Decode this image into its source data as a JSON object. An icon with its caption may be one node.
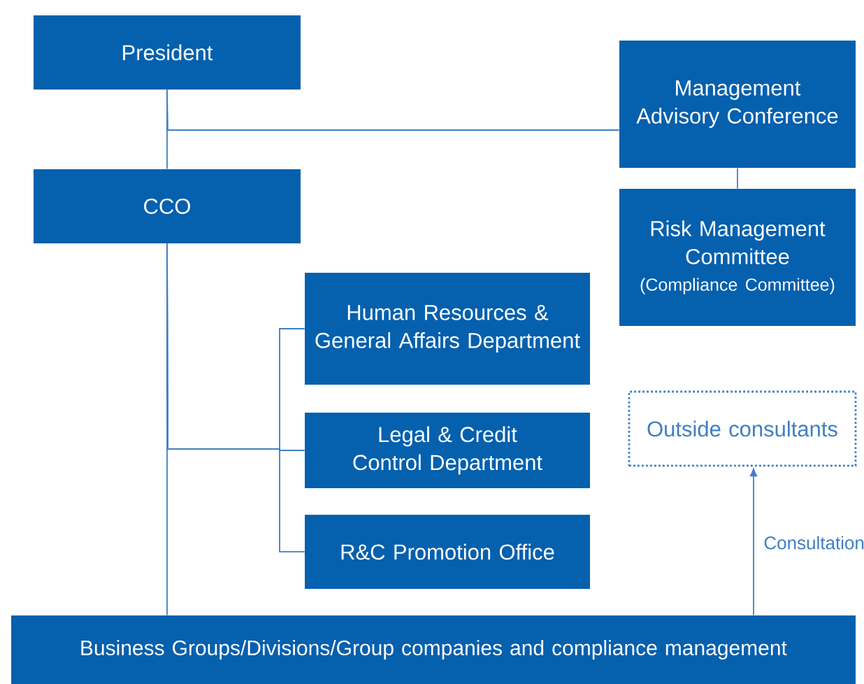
{
  "diagram": {
    "nodes": [
      {
        "text": [
          "President"
        ]
      },
      {
        "text": [
          "Management Advisory Conference"
        ]
      },
      {
        "text": [
          "CCO"
        ]
      },
      {
        "text": [
          "Risk Management Committee",
          "(Compliance Committee)"
        ]
      },
      {
        "text": [
          "Human Resources & General Affairs Department"
        ]
      },
      {
        "text": [
          "Outside consultants"
        ]
      },
      {
        "text": [
          "Legal & Credit Control Department"
        ]
      },
      {
        "text": [
          "R&C Promotion Office"
        ]
      },
      {
        "text": [
          "Business Groups/Divisions/Group companies and compliance management"
        ]
      }
    ],
    "edges": [
      {
        "from": 0,
        "to": 2,
        "arrow": "none"
      },
      {
        "from": 0,
        "to": 1,
        "arrow": "none"
      },
      {
        "from": 1,
        "to": 3,
        "arrow": "none"
      },
      {
        "from": 2,
        "to": 8,
        "arrow": "none"
      },
      {
        "from": 2,
        "to": 4,
        "arrow": "none"
      },
      {
        "from": 2,
        "to": 6,
        "arrow": "none"
      },
      {
        "from": 2,
        "to": 7,
        "arrow": "none"
      },
      {
        "from": 8,
        "to": 5,
        "arrow": "to",
        "label": "Consultation"
      }
    ]
  }
}
